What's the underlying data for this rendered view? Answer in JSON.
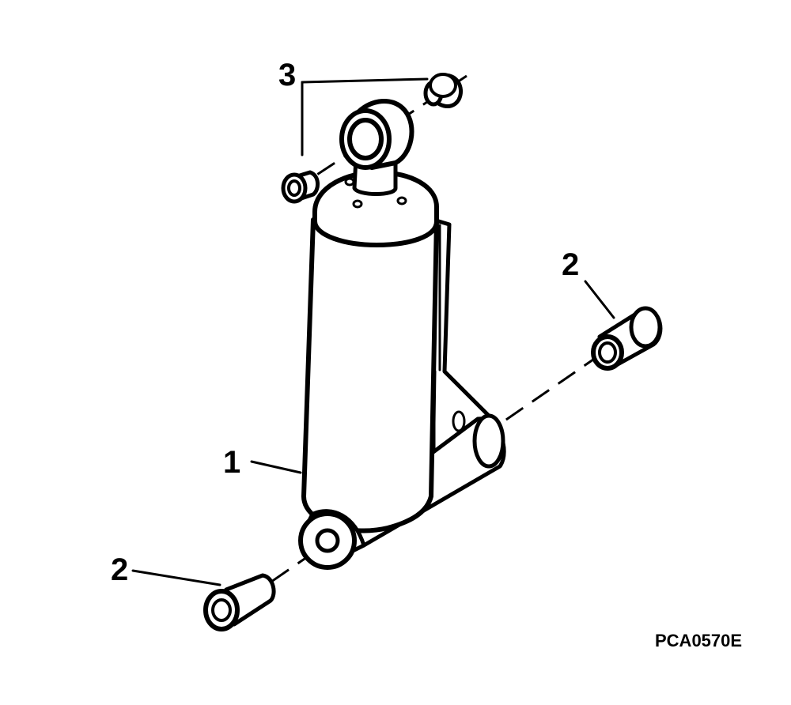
{
  "callouts": {
    "cylinder": "1",
    "bushing_right": "2",
    "bushing_left": "2",
    "rod_bushings": "3"
  },
  "figure_code": "PCA0570E",
  "icons": {
    "cylinder": "hydraulic-cylinder-icon",
    "bushing": "bushing-icon"
  },
  "colors": {
    "ink": "#000000",
    "paper": "#ffffff"
  }
}
